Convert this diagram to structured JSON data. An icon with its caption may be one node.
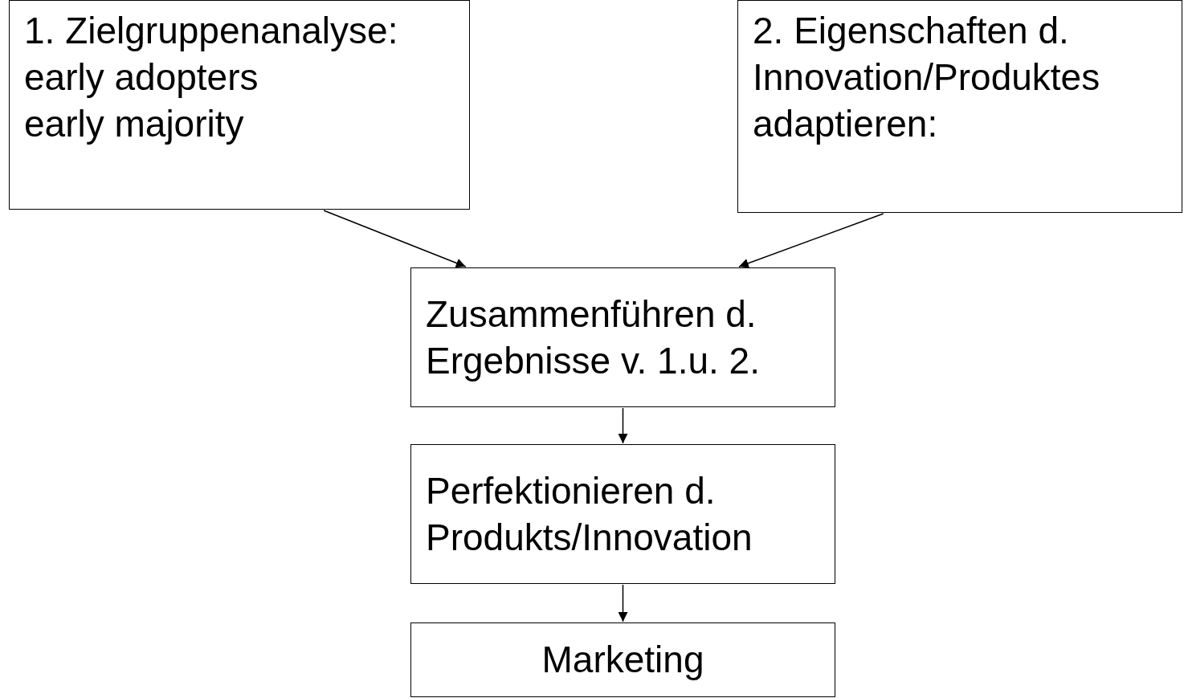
{
  "diagram": {
    "nodes": [
      {
        "text": [
          "1. Zielgruppenanalyse:",
          "early adopters",
          "early majority"
        ]
      },
      {
        "text": [
          "2. Eigenschaften d. Innovation/Produktes adaptieren:"
        ]
      },
      {
        "text": [
          "Zusammenführen d. Ergebnisse v. 1.u. 2."
        ]
      },
      {
        "text": [
          "Perfektionieren d. Produkts/Innovation"
        ]
      },
      {
        "text": [
          "Marketing"
        ]
      }
    ],
    "edges": [
      {
        "from": 0,
        "to": 2,
        "arrow": "to"
      },
      {
        "from": 1,
        "to": 2,
        "arrow": "to"
      },
      {
        "from": 2,
        "to": 3,
        "arrow": "to"
      },
      {
        "from": 3,
        "to": 4,
        "arrow": "to"
      }
    ]
  }
}
